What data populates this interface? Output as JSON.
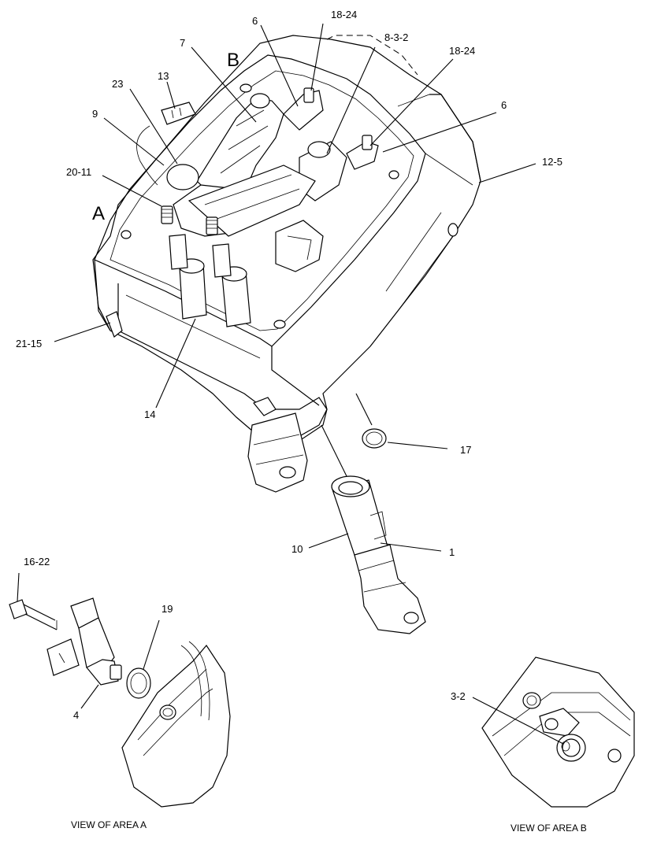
{
  "callouts": {
    "c6a": "6",
    "c18_24a": "18-24",
    "c7": "7",
    "c8_3_2": "8-3-2",
    "c18_24b": "18-24",
    "c13": "13",
    "c23": "23",
    "c9": "9",
    "c6b": "6",
    "c12_5": "12-5",
    "c20_11": "20-11",
    "c21_15": "21-15",
    "c14": "14",
    "c17": "17",
    "c10": "10",
    "c1": "1",
    "c16_22": "16-22",
    "c19": "19",
    "c4": "4",
    "c3_2": "3-2"
  },
  "area_labels": {
    "a": "A",
    "b": "B"
  },
  "captions": {
    "view_a": "VIEW OF AREA A",
    "view_b": "VIEW OF AREA B"
  }
}
